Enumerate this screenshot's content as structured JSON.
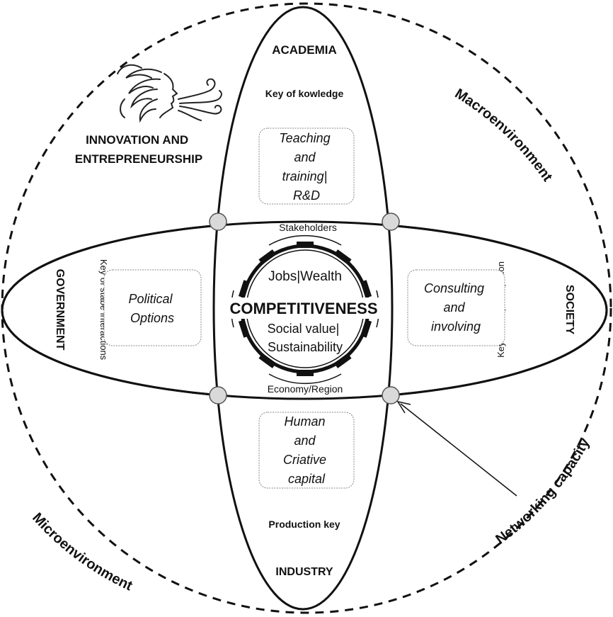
{
  "outer_labels": {
    "macro": "Macroenvironment",
    "micro": "Microenvironment",
    "networking": "Networking capacity"
  },
  "axes": {
    "academia": "ACADEMIA",
    "industry": "INDUSTRY",
    "government": "GOVERNMENT",
    "society": "SOCIETY"
  },
  "keys": {
    "academia": "Key of kowledge",
    "industry": "Production key",
    "government": "Key of stabe interactions",
    "society": "Key of civil participation"
  },
  "boxes": {
    "academia": [
      "Teaching",
      "and",
      "training|",
      "R&D"
    ],
    "industry": [
      "Human",
      "and",
      "Criative",
      "capital"
    ],
    "government": [
      "Political",
      "Options"
    ],
    "society": [
      "Consulting",
      "and",
      "involving"
    ]
  },
  "innovation": [
    "INNOVATION AND",
    "ENTREPRENEURSHIP"
  ],
  "center": {
    "top_label": "Stakeholders",
    "bottom_label": "Economy/Region",
    "jobs": "Jobs|Wealth",
    "title": "COMPETITIVENESS",
    "social": [
      "Social value|",
      "Sustainability"
    ]
  },
  "icons": {
    "blowing_face": "wind-face-icon"
  }
}
